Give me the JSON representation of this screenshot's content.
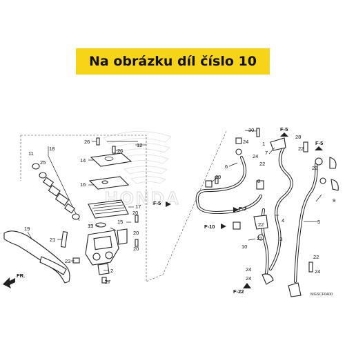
{
  "banner": {
    "title": "Na obrázku díl číslo 10"
  },
  "watermark": {
    "text": "HONDA"
  },
  "diagram_code": "MGSCF0400",
  "direction_label": "FR.",
  "callouts": {
    "n1": "1",
    "n2": "2",
    "n3": "3",
    "n4": "4",
    "n5": "5",
    "n6": "6",
    "n7": "7",
    "n8": "8",
    "n9": "9",
    "n10": "10",
    "n11": "11",
    "n12": "12",
    "n13": "13",
    "n14": "14",
    "n15": "15",
    "n16": "16",
    "n17": "17",
    "n18": "18",
    "n19": "19",
    "n20": "20",
    "n21": "21",
    "n22": "22",
    "n23": "23",
    "n24": "24",
    "n25": "25",
    "n26": "26",
    "n27": "27",
    "n28": "28",
    "n29": "29",
    "n30": "30"
  },
  "refs": {
    "f5": "F-5",
    "f7": "F-7",
    "f10": "F-10",
    "f22": "F-22"
  }
}
